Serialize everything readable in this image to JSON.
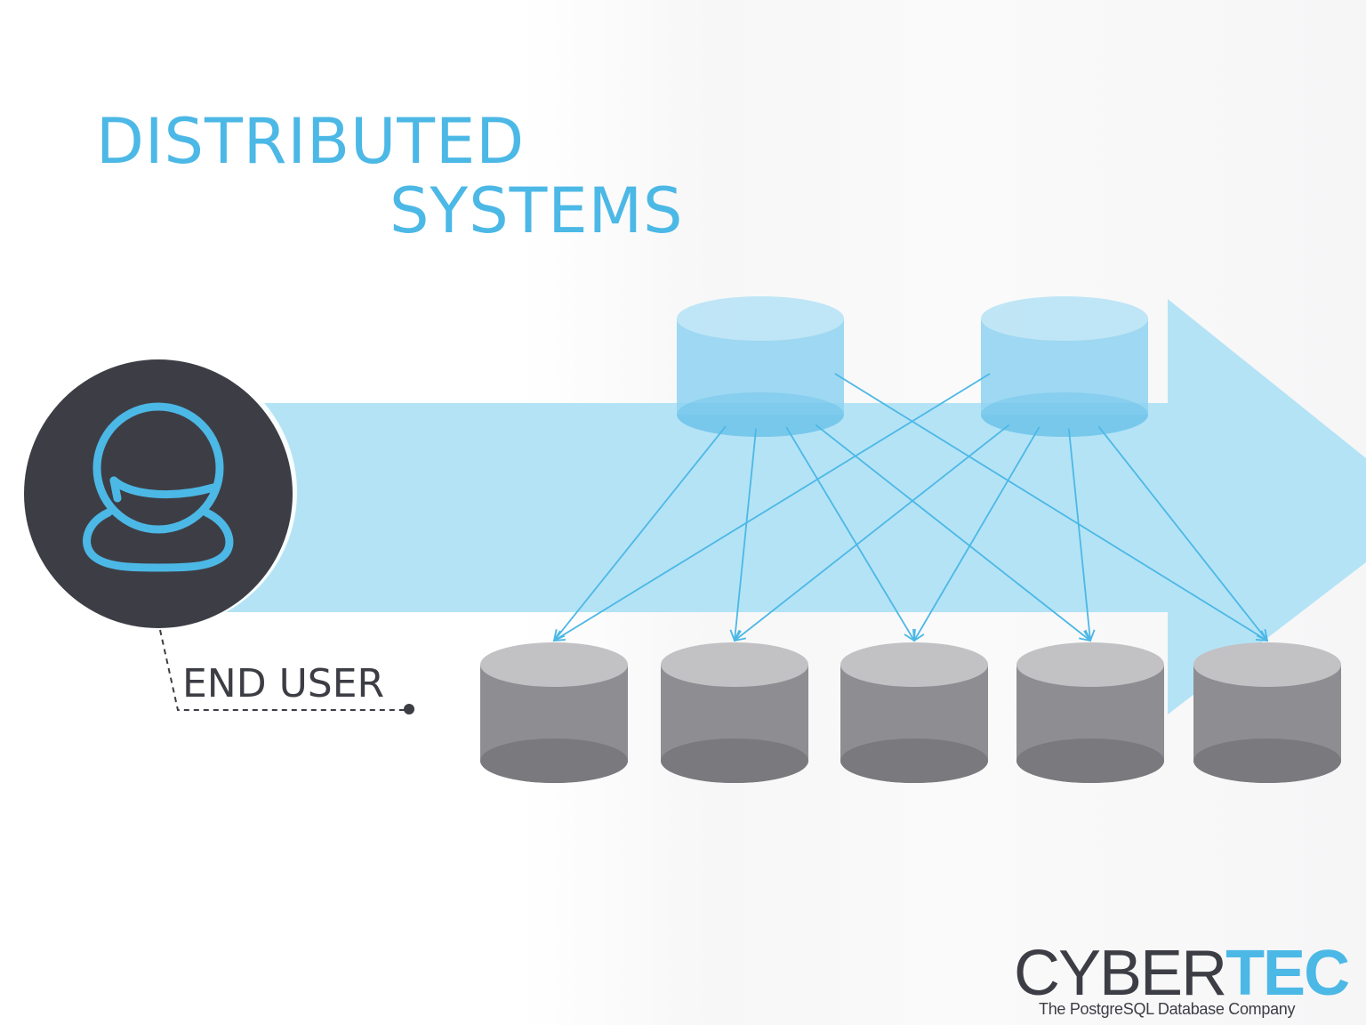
{
  "title": {
    "line1": "DISTRIBUTED",
    "line2": "SYSTEMS"
  },
  "end_user": {
    "label": "END USER",
    "icon": "user-icon"
  },
  "nodes": {
    "coordinators": [
      "coordinator-1",
      "coordinator-2"
    ],
    "workers": [
      "worker-1",
      "worker-2",
      "worker-3",
      "worker-4",
      "worker-5"
    ]
  },
  "connections": [
    {
      "from": 0,
      "to": 0
    },
    {
      "from": 0,
      "to": 1
    },
    {
      "from": 0,
      "to": 2
    },
    {
      "from": 0,
      "to": 3
    },
    {
      "from": 0,
      "to": 4
    },
    {
      "from": 1,
      "to": 0
    },
    {
      "from": 1,
      "to": 1
    },
    {
      "from": 1,
      "to": 2
    },
    {
      "from": 1,
      "to": 3
    },
    {
      "from": 1,
      "to": 4
    }
  ],
  "colors": {
    "accent": "#4cb8e6",
    "flow_arrow": "#aee1f5",
    "coordinator": "#8fd3f1",
    "worker": "#8e8d92",
    "dark": "#3d3e45"
  },
  "logo": {
    "part1": "CYBER",
    "part2": "TEC",
    "tagline": "The PostgreSQL Database Company"
  }
}
